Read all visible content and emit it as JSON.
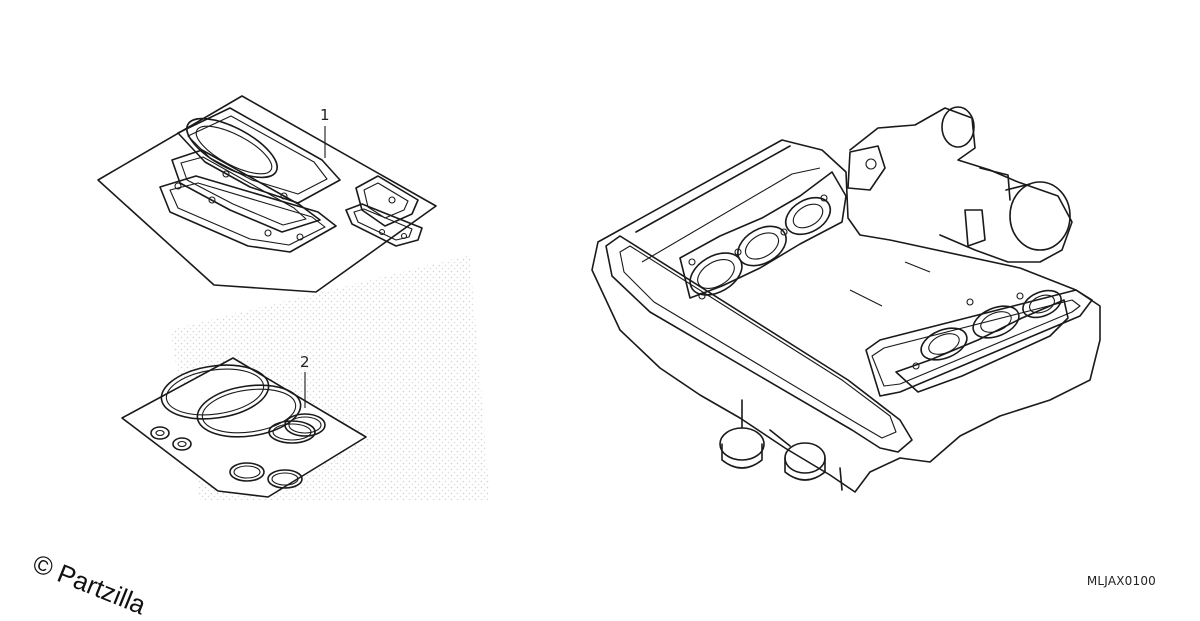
{
  "callouts": [
    {
      "label": "1"
    },
    {
      "label": "2"
    }
  ],
  "diagram_code": "MLJAX0100",
  "watermark": "© Partzilla",
  "colors": {
    "line": "#1a1a1a",
    "background": "#ffffff",
    "stipple": "#bdbdbd"
  }
}
